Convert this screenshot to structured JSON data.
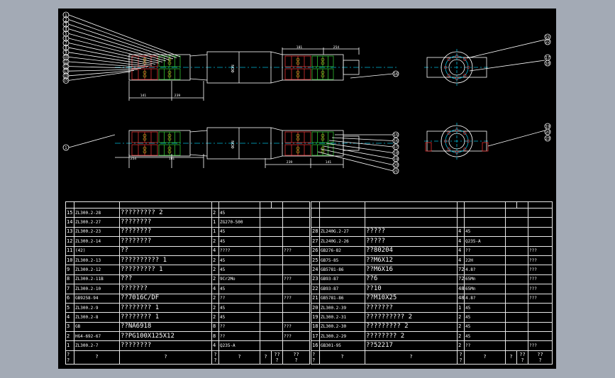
{
  "colors": {
    "page_bg": "#a3aab5",
    "canvas_bg": "#000000",
    "line_white": "#ffffff",
    "centerline_cyan": "#00b8d8",
    "part_red": "#e03030",
    "part_green": "#30c030",
    "detail_yellow": "#d8d020"
  },
  "balloons": {
    "top_left_stack": [
      "1",
      "2",
      "3",
      "4",
      "5",
      "6",
      "7",
      "8",
      "9",
      "10",
      "11",
      "12",
      "13",
      "14",
      "15"
    ],
    "top_right_callout": "16",
    "end_view_top": [
      "21",
      "22",
      "17",
      "18"
    ],
    "end_view_bottom": [
      "19",
      "20",
      "23"
    ],
    "bottom_left": "1",
    "bottom_right_stack": [
      "15",
      "16",
      "17",
      "18",
      "19",
      "20",
      "21"
    ]
  },
  "dimensions": {
    "top_left_a": "141",
    "top_left_b": "239",
    "top_right_a": "181",
    "top_right_b": "254",
    "bottom_left_a": "254",
    "bottom_left_b": "181",
    "bottom_right_a": "239",
    "bottom_right_b": "141"
  },
  "shaft_label": "ΦDN",
  "bom_left": {
    "rows": [
      {
        "no": "15",
        "code": "ZL300.2-28",
        "name": "????????? 2",
        "qty": "2",
        "mat": "45",
        "w": "",
        "rem": ""
      },
      {
        "no": "14",
        "code": "ZL300.2-27",
        "name": "????????",
        "qty": "1",
        "mat": "ZG270-500",
        "w": "",
        "rem": ""
      },
      {
        "no": "13",
        "code": "ZL300.2-23",
        "name": "????????",
        "qty": "1",
        "mat": "45",
        "w": "",
        "rem": ""
      },
      {
        "no": "12",
        "code": "ZL300.2-14",
        "name": "????????",
        "qty": "2",
        "mat": "45",
        "w": "",
        "rem": ""
      },
      {
        "no": "11",
        "code": "(42)",
        "name": "??",
        "qty": "4",
        "mat": "????",
        "w": "",
        "rem": "???"
      },
      {
        "no": "10",
        "code": "ZL300.2-13",
        "name": "?????????? 1",
        "qty": "2",
        "mat": "45",
        "w": "",
        "rem": ""
      },
      {
        "no": "9",
        "code": "ZL300.2-12",
        "name": "????????? 1",
        "qty": "2",
        "mat": "45",
        "w": "",
        "rem": ""
      },
      {
        "no": "8",
        "code": "ZL300.2-11B",
        "name": "???",
        "qty": "2",
        "mat": "9Cr2Mo",
        "w": "",
        "rem": "???"
      },
      {
        "no": "7",
        "code": "ZL300.2-10",
        "name": "???????",
        "qty": "4",
        "mat": "45",
        "w": "",
        "rem": ""
      },
      {
        "no": "6",
        "code": "GB9258-94",
        "name": "??7016C/DF",
        "qty": "2",
        "mat": "??",
        "w": "",
        "rem": "???"
      },
      {
        "no": "5",
        "code": "ZL300.2-9",
        "name": "???????? 1",
        "qty": "2",
        "mat": "45",
        "w": "",
        "rem": ""
      },
      {
        "no": "4",
        "code": "ZL300.2-8",
        "name": "???????? 1",
        "qty": "2",
        "mat": "45",
        "w": "",
        "rem": ""
      },
      {
        "no": "3",
        "code": "GB",
        "name": "??NA6918",
        "qty": "8",
        "mat": "??",
        "w": "",
        "rem": "???"
      },
      {
        "no": "2",
        "code": "HG4-692-67",
        "name": "??PG100X125X12",
        "qty": "8",
        "mat": "??",
        "w": "",
        "rem": "???"
      },
      {
        "no": "1",
        "code": "ZL300.2-7",
        "name": "????????",
        "qty": "4",
        "mat": "Q235-A",
        "w": "",
        "rem": ""
      }
    ],
    "footer": [
      "?",
      "?",
      "?",
      "?",
      "?",
      "?",
      "?",
      "?",
      "??",
      "??",
      "?",
      "?"
    ]
  },
  "bom_right": {
    "rows": [
      {
        "no": "",
        "code": "",
        "name": "",
        "qty": "",
        "mat": "",
        "w": "",
        "rem": ""
      },
      {
        "no": "",
        "code": "",
        "name": "",
        "qty": "",
        "mat": "",
        "w": "",
        "rem": ""
      },
      {
        "no": "28",
        "code": "ZL240G.2-27",
        "name": "?????",
        "qty": "4",
        "mat": "45",
        "w": "",
        "rem": ""
      },
      {
        "no": "27",
        "code": "ZL240G.2-26",
        "name": "?????",
        "qty": "4",
        "mat": "Q235-A",
        "w": "",
        "rem": ""
      },
      {
        "no": "26",
        "code": "GB276-82",
        "name": "??80204",
        "qty": "4",
        "mat": "??",
        "w": "",
        "rem": "???"
      },
      {
        "no": "25",
        "code": "GB75-85",
        "name": "??M6X12",
        "qty": "4",
        "mat": "22H",
        "w": "",
        "rem": "???"
      },
      {
        "no": "24",
        "code": "GB5781-86",
        "name": "??M6X16",
        "qty": "72",
        "mat": "4.8?",
        "w": "",
        "rem": "???"
      },
      {
        "no": "23",
        "code": "GB93-87",
        "name": "??6",
        "qty": "72",
        "mat": "65Mn",
        "w": "",
        "rem": "???"
      },
      {
        "no": "22",
        "code": "GB93-87",
        "name": "??10",
        "qty": "48",
        "mat": "65Mn",
        "w": "",
        "rem": "???"
      },
      {
        "no": "21",
        "code": "GB5781-86",
        "name": "??M10X25",
        "qty": "48",
        "mat": "4.8?",
        "w": "",
        "rem": "???"
      },
      {
        "no": "20",
        "code": "ZL300.2-39",
        "name": "???????",
        "qty": "1",
        "mat": "45",
        "w": "",
        "rem": ""
      },
      {
        "no": "19",
        "code": "ZL300.2-31",
        "name": "?????????? 2",
        "qty": "2",
        "mat": "45",
        "w": "",
        "rem": ""
      },
      {
        "no": "18",
        "code": "ZL300.2-30",
        "name": "????????? 2",
        "qty": "2",
        "mat": "45",
        "w": "",
        "rem": ""
      },
      {
        "no": "17",
        "code": "ZL300.2-29",
        "name": "???????? 2",
        "qty": "2",
        "mat": "45",
        "w": "",
        "rem": ""
      },
      {
        "no": "16",
        "code": "GB301-95",
        "name": "??52217",
        "qty": "2",
        "mat": "??",
        "w": "",
        "rem": "???"
      }
    ],
    "footer": [
      "?",
      "?",
      "?",
      "?",
      "?",
      "?",
      "?",
      "?",
      "??",
      "??",
      "?",
      "?"
    ]
  }
}
